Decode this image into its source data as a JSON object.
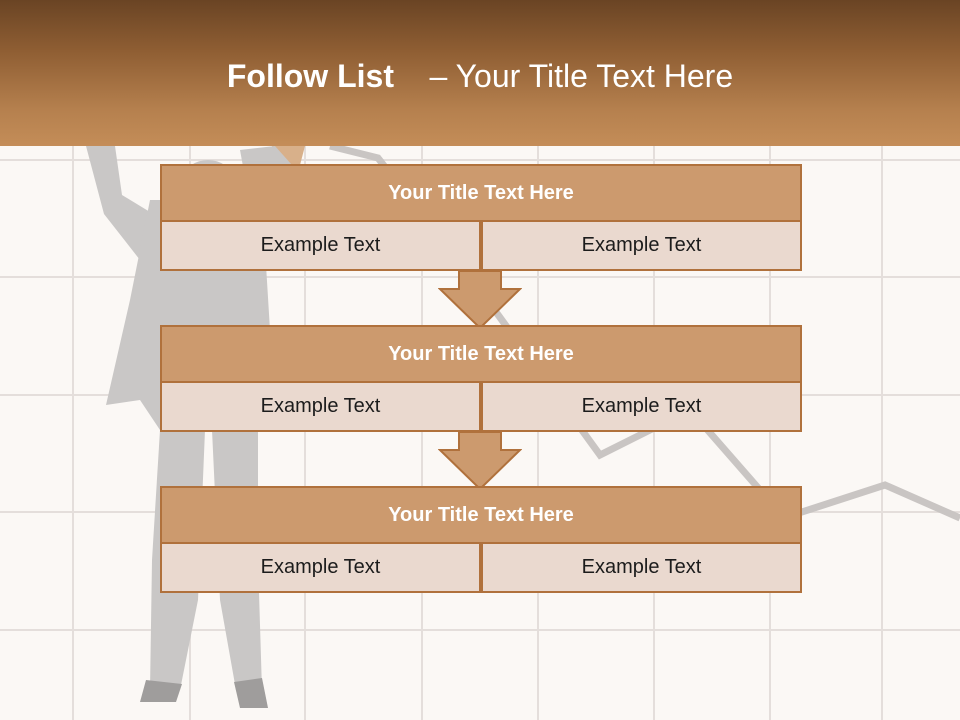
{
  "header": {
    "title_bold": "Follow List",
    "title_rest": "– Your Title Text Here"
  },
  "blocks": [
    {
      "title": "Your Title Text Here",
      "left": "Example Text",
      "right": "Example Text"
    },
    {
      "title": "Your Title Text Here",
      "left": "Example Text",
      "right": "Example Text"
    },
    {
      "title": "Your Title Text Here",
      "left": "Example Text",
      "right": "Example Text"
    }
  ],
  "colors": {
    "header_dark": "#6a4424",
    "header_light": "#c48d58",
    "title_fill": "#cc9a6e",
    "cell_fill": "#ead9cf",
    "border": "#b0713c",
    "arrow_fill": "#cc9a6e"
  },
  "icons": [
    "down-arrow-icon",
    "businessman-silhouette",
    "trend-line-graphic"
  ]
}
